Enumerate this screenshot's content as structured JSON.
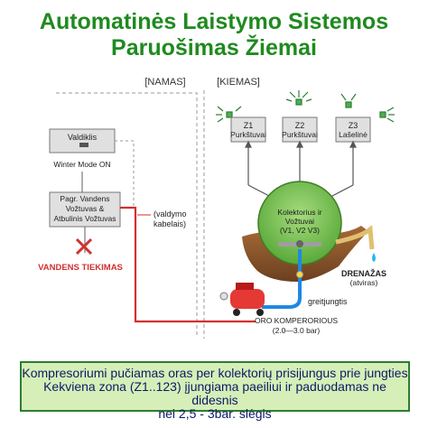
{
  "title": {
    "line1": "Automatinės Laistymo Sistemos",
    "line2": "Paruošimas Žiemai"
  },
  "sections": {
    "house": "[NAMAS]",
    "yard": "[KIEMAS]"
  },
  "house": {
    "controller_label": "Valdiklis",
    "controller_status": "Winter Mode ON",
    "valve_line1": "Pagr. Vandens",
    "valve_line2": "Vožtuvas &",
    "valve_line3": "Atbulinis Vožtuvas",
    "cable_line1": "(valdymo",
    "cable_line2": "kabelais)",
    "water_supply": "VANDENS TIEKIMAS"
  },
  "zones": [
    {
      "id": "Z1",
      "name": "Purkštuvai"
    },
    {
      "id": "Z2",
      "name": "Purkštuvai"
    },
    {
      "id": "Z3",
      "name": "Lašelinė"
    }
  ],
  "collector": {
    "line1": "Kolektorius ir",
    "line2": "Vožtuvai",
    "line3": "(V1, V2 V3)"
  },
  "drain": {
    "label": "DRENAŽAS",
    "sublabel": "(atviras)"
  },
  "quick_connect": "greitjungtis",
  "compressor": {
    "label": "ORO KOMPERORIOUS",
    "pressure": "(2.0—3.0 bar)"
  },
  "footer": {
    "line1": "Kompresoriumi pučiamas oras per kolektorių prisijungus prie jungties",
    "line2": "Kekviena zona (Z1..123) įjungiama paeiliui ir paduodamas ne didesnis",
    "line3": "nei 2,5 - 3bar. slėgis"
  },
  "colors": {
    "title": "#1f8a1f",
    "alert": "#d32f2f",
    "collector": "#6fbf4a",
    "pipe_blue": "#1e88e5",
    "soil": "#8b5a2b",
    "footer_bg": "#d6efb8"
  }
}
